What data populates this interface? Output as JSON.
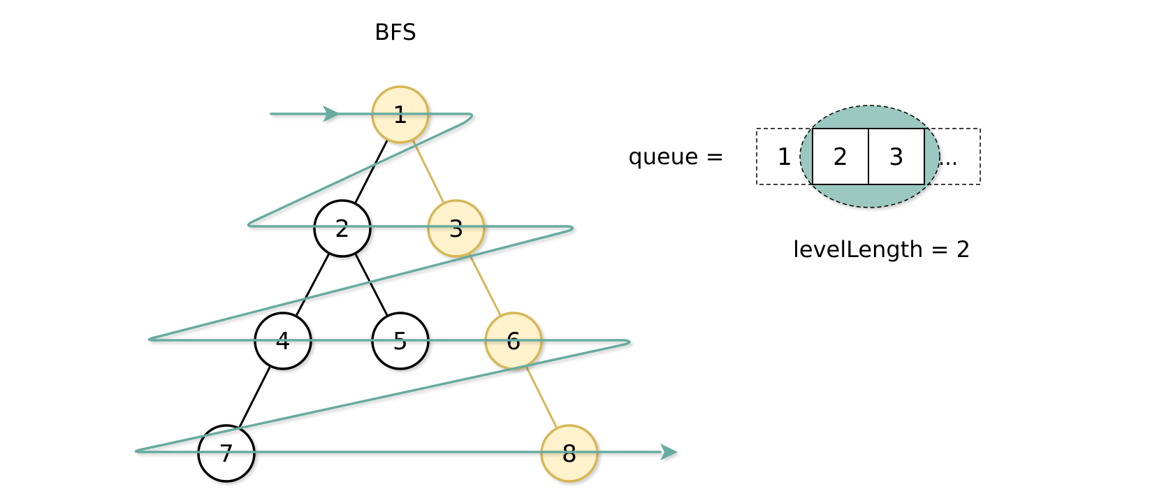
{
  "title": "BFS",
  "tree": {
    "nodes": [
      {
        "id": "1",
        "label": "1",
        "highlighted": true
      },
      {
        "id": "2",
        "label": "2",
        "highlighted": false
      },
      {
        "id": "3",
        "label": "3",
        "highlighted": true
      },
      {
        "id": "4",
        "label": "4",
        "highlighted": false
      },
      {
        "id": "5",
        "label": "5",
        "highlighted": false
      },
      {
        "id": "6",
        "label": "6",
        "highlighted": true
      },
      {
        "id": "7",
        "label": "7",
        "highlighted": false
      },
      {
        "id": "8",
        "label": "8",
        "highlighted": true
      }
    ],
    "edges": [
      {
        "from": "1",
        "to": "2",
        "highlighted": false
      },
      {
        "from": "1",
        "to": "3",
        "highlighted": true
      },
      {
        "from": "2",
        "to": "4",
        "highlighted": false
      },
      {
        "from": "2",
        "to": "5",
        "highlighted": false
      },
      {
        "from": "3",
        "to": "6",
        "highlighted": true
      },
      {
        "from": "4",
        "to": "7",
        "highlighted": false
      },
      {
        "from": "6",
        "to": "8",
        "highlighted": true
      }
    ]
  },
  "queue": {
    "label": "queue =",
    "cells": [
      {
        "value": "1",
        "in_level": false
      },
      {
        "value": "2",
        "in_level": true
      },
      {
        "value": "3",
        "in_level": true
      },
      {
        "value": "...",
        "in_level": false
      }
    ]
  },
  "level_length_label": "levelLength = 2",
  "colors": {
    "highlight_fill": "#fff2cc",
    "highlight_stroke": "#d6b656",
    "traversal": "#67ab9f",
    "level_fill": "#9ac7bf",
    "normal_stroke": "#000000"
  }
}
